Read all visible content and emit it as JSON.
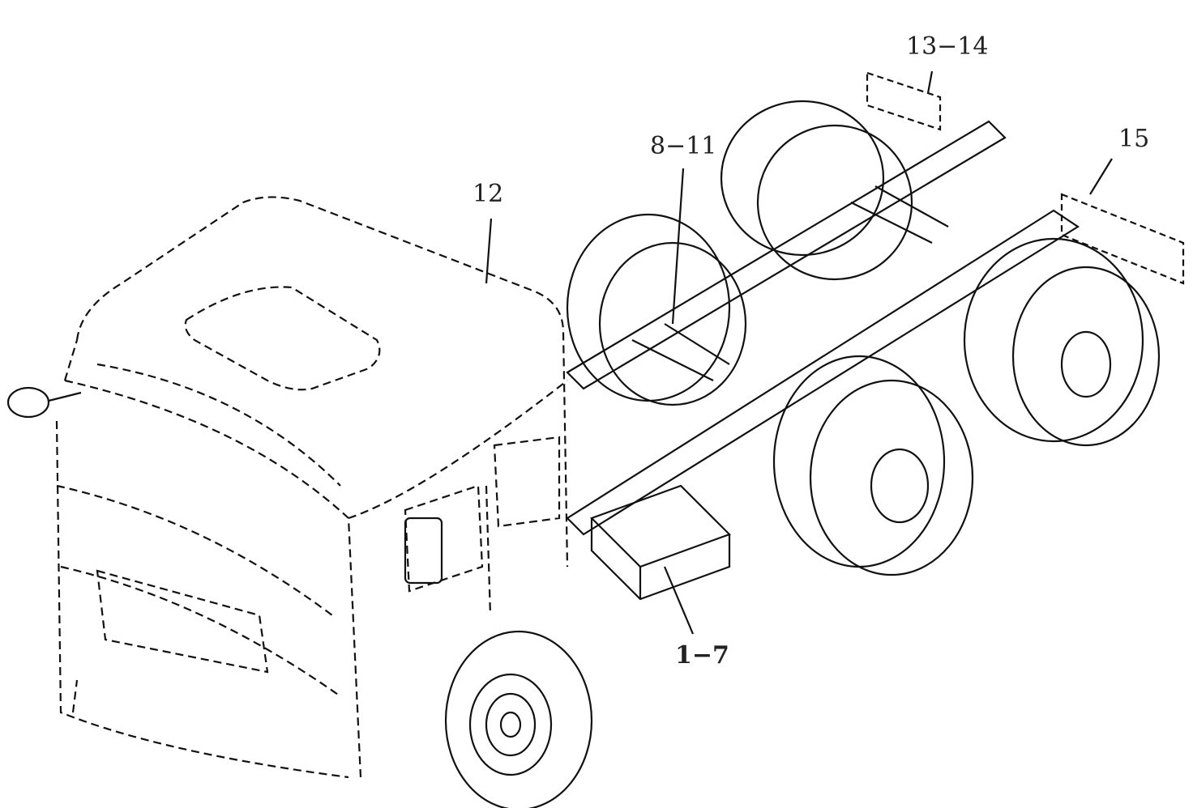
{
  "diagram": {
    "subject": "truck chassis with cab (exploded component callouts)",
    "callouts": [
      {
        "id": "c12",
        "label": "12"
      },
      {
        "id": "c8-11",
        "label": "8−11"
      },
      {
        "id": "c13-14",
        "label": "13−14"
      },
      {
        "id": "c15",
        "label": "15"
      },
      {
        "id": "c1-7",
        "label": "1−7"
      }
    ]
  }
}
